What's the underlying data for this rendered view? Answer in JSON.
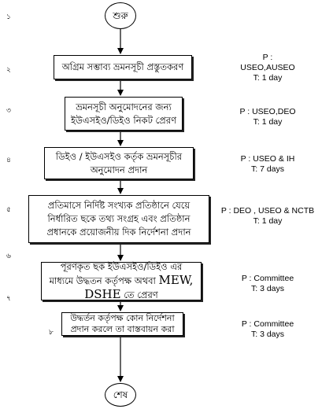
{
  "steps": {
    "start": "শুরু",
    "s1": {
      "l1": "অগ্রিম সম্ভাব্য ভ্রমনসূচী প্রস্তুতকরণ"
    },
    "s2": {
      "l1": "ভ্রমনসূচী অনুমোদনের জন্য",
      "l2": "ইউএসইও/ডিইও নিকট  প্রেরণ"
    },
    "s3": {
      "l1": "ডিইও / ইউএসইও কর্তৃক ভ্রমনসূচীর",
      "l2": "অনুমোদন প্রদান"
    },
    "s4": {
      "l1": "প্রতিমাসে নির্দিষ্ট সংখ্যক প্রতিষ্ঠানে যেয়ে",
      "l2": "নির্ধারিত ছকে তথ্য সংগ্রহ এবং প্রতিষ্ঠান",
      "l3": "প্রধানকে প্রয়োজনীয় দিক নির্দেশনা প্রদান"
    },
    "s5": {
      "l1": "পূরণকৃত ছক ইউএসইও/ডিইও  এর",
      "l2a": "মাধ্যমে উদ্ধতন কর্তৃপক্ষ অথবা ",
      "l2b": "MEW,",
      "l3a": "DSHE",
      "l3b": " তে প্রেরণ"
    },
    "s6": {
      "l1": "উদ্ধর্তন কর্তৃপক্ষ কোন নির্দেশনা",
      "l2": "প্রদান করলে তা বাস্তবায়ন করা"
    },
    "end": "শেষ"
  },
  "step_numbers": [
    "১",
    "২",
    "৩",
    "৪",
    "৫",
    "৬",
    "৭",
    "৮"
  ],
  "meta": {
    "m1": {
      "l1": "P :",
      "l2": "USEO,AUSEO",
      "l3": "T: 1 day"
    },
    "m2": {
      "l1": "P : USEO,DEO",
      "l2": "T: 1 day"
    },
    "m3": {
      "l1": "P : USEO & IH",
      "l2": "T: 7 days"
    },
    "m4": {
      "l1": "P : DEO , USEO & NCTB",
      "l2": "T: 1 day"
    },
    "m5": {
      "l1": "P : Committee",
      "l2": "T: 3 days"
    },
    "m6": {
      "l1": "P : Committee",
      "l2": "T: 3 days"
    }
  }
}
